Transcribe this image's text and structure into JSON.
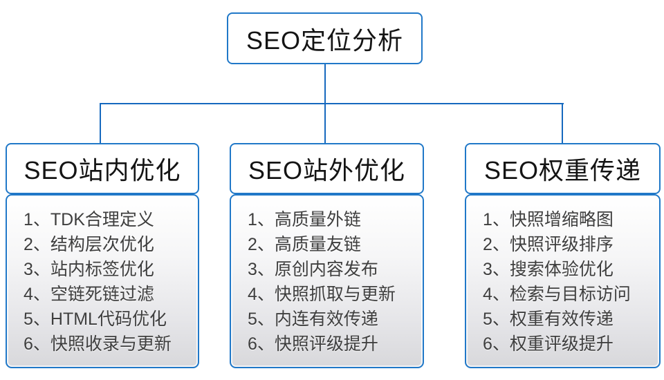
{
  "diagram": {
    "root": {
      "title": "SEO定位分析"
    },
    "columns": [
      {
        "title": "SEO站内优化",
        "items": [
          "1、TDK合理定义",
          "2、结构层次优化",
          "3、站内标签优化",
          "4、空链死链过滤",
          "5、HTML代码优化",
          "6、快照收录与更新"
        ]
      },
      {
        "title": "SEO站外优化",
        "items": [
          "1、高质量外链",
          "2、高质量友链",
          "3、原创内容发布",
          "4、快照抓取与更新",
          "5、内连有效传递",
          "6、快照评级提升"
        ]
      },
      {
        "title": "SEO权重传递",
        "items": [
          "1、快照增缩略图",
          "2、快照评级排序",
          "3、搜索体验优化",
          "4、检索与目标访问",
          "5、权重有效传递",
          "6、权重评级提升"
        ]
      }
    ]
  },
  "colors": {
    "accent_border": "#2078c8",
    "connector_line": "#1568be",
    "title_text": "#141414",
    "item_text": "#3e3e3e",
    "panel_gradient_top": "#ffffff",
    "panel_gradient_bottom": "#d8d8db"
  }
}
